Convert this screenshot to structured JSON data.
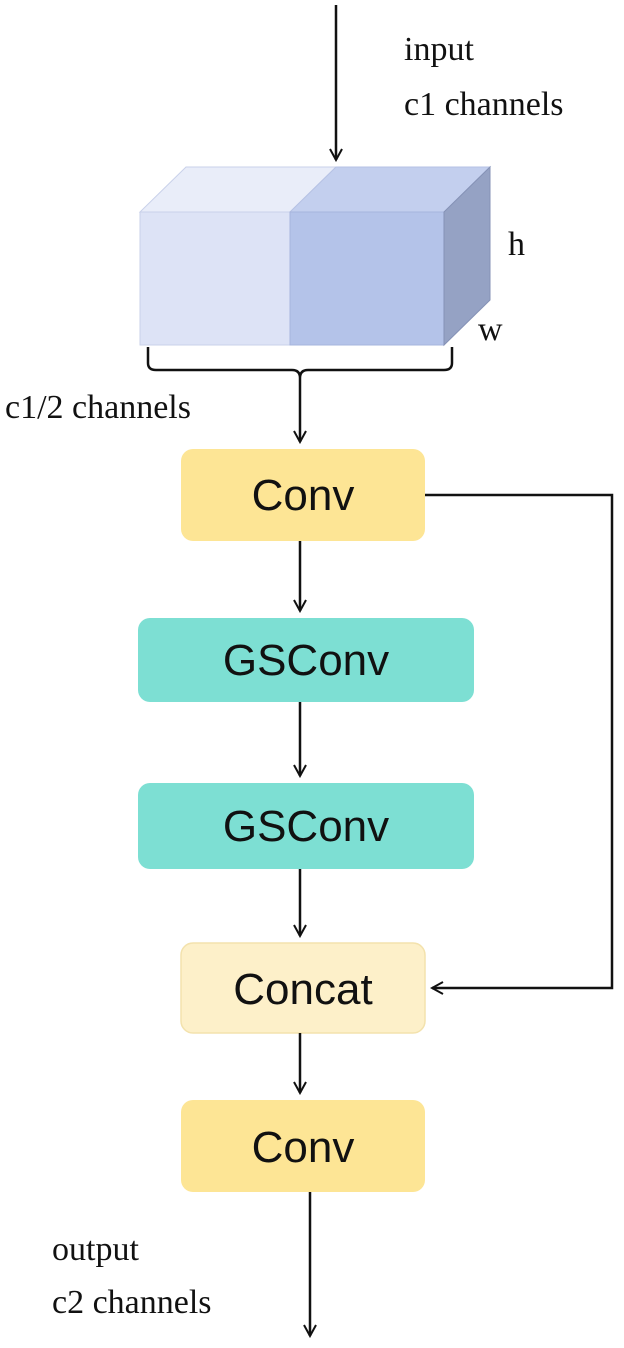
{
  "input": {
    "line1": "input",
    "line2": "c1 channels"
  },
  "tensor": {
    "height_label": "h",
    "width_label": "w",
    "split_label": "c1/2 channels"
  },
  "blocks": [
    {
      "id": "conv-1",
      "label": "Conv",
      "color": "#fde595"
    },
    {
      "id": "gsconv-1",
      "label": "GSConv",
      "color": "#7ddfd3"
    },
    {
      "id": "gsconv-2",
      "label": "GSConv",
      "color": "#7ddfd3"
    },
    {
      "id": "concat",
      "label": "Concat",
      "color": "#fdf0c9"
    },
    {
      "id": "conv-2",
      "label": "Conv",
      "color": "#fde595"
    }
  ],
  "output": {
    "line1": "output",
    "line2": "c2 channels"
  },
  "colors": {
    "cube_front_left": "#dde3f6",
    "cube_front_right": "#b4c3e9",
    "cube_top_left": "#e9edf9",
    "cube_top_right": "#c3cfee",
    "cube_side": "#95a2c4",
    "line": "#111111"
  }
}
